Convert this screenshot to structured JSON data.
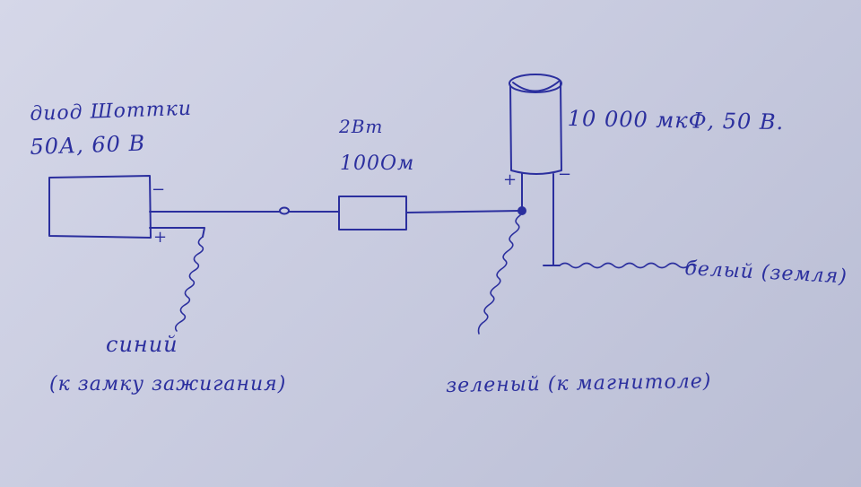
{
  "diagram": {
    "ink_color": "#2b2f9e",
    "paper_color": "#cfd1e4",
    "labels": {
      "diode_name": "диод Шоттки",
      "diode_rating": "50А, 60 В",
      "resistor_power": "2Вт",
      "resistor_value": "100Ом",
      "capacitor_rating": "10 000 мкФ, 50 В.",
      "cap_plus": "+",
      "cap_minus": "−",
      "diode_minus": "−",
      "diode_plus": "+",
      "ground_wire": "белый (земля)",
      "blue_wire_color": "синий",
      "blue_wire_dest": "(к замку зажигания)",
      "green_wire": "зеленый (к магнитоле)"
    }
  }
}
